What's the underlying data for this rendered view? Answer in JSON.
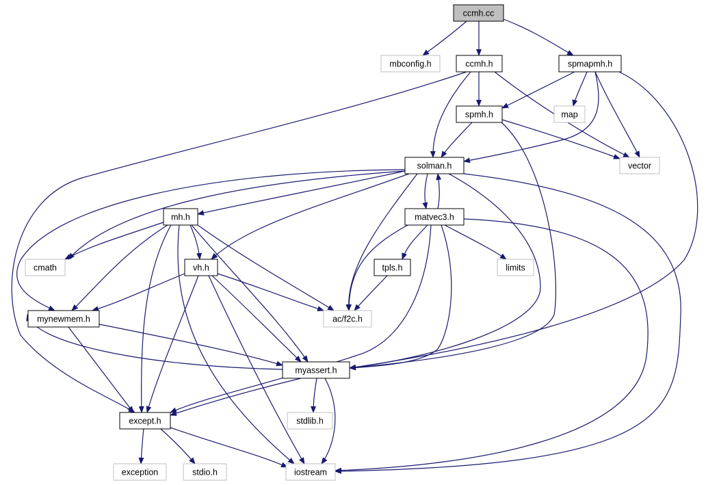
{
  "diagram": {
    "type": "include-dependency-graph",
    "nodes": [
      {
        "id": "ccmh_cc",
        "label": "ccmh.cc",
        "kind": "root"
      },
      {
        "id": "mbconfig_h",
        "label": "mbconfig.h",
        "kind": "external"
      },
      {
        "id": "ccmh_h",
        "label": "ccmh.h",
        "kind": "local"
      },
      {
        "id": "spmapmh_h",
        "label": "spmapmh.h",
        "kind": "local"
      },
      {
        "id": "spmh_h",
        "label": "spmh.h",
        "kind": "local"
      },
      {
        "id": "map",
        "label": "map",
        "kind": "external"
      },
      {
        "id": "solman_h",
        "label": "solman.h",
        "kind": "local"
      },
      {
        "id": "vector",
        "label": "vector",
        "kind": "external"
      },
      {
        "id": "mh_h",
        "label": "mh.h",
        "kind": "local"
      },
      {
        "id": "matvec3_h",
        "label": "matvec3.h",
        "kind": "local"
      },
      {
        "id": "cmath",
        "label": "cmath",
        "kind": "external"
      },
      {
        "id": "vh_h",
        "label": "vh.h",
        "kind": "local"
      },
      {
        "id": "tpls_h",
        "label": "tpls.h",
        "kind": "local"
      },
      {
        "id": "limits",
        "label": "limits",
        "kind": "external"
      },
      {
        "id": "mynewmem_h",
        "label": "mynewmem.h",
        "kind": "local"
      },
      {
        "id": "acf2c_h",
        "label": "ac/f2c.h",
        "kind": "external"
      },
      {
        "id": "myassert_h",
        "label": "myassert.h",
        "kind": "local"
      },
      {
        "id": "except_h",
        "label": "except.h",
        "kind": "local"
      },
      {
        "id": "stdlib_h",
        "label": "stdlib.h",
        "kind": "external"
      },
      {
        "id": "exception",
        "label": "exception",
        "kind": "external"
      },
      {
        "id": "stdio_h",
        "label": "stdio.h",
        "kind": "external"
      },
      {
        "id": "iostream",
        "label": "iostream",
        "kind": "external"
      }
    ],
    "edges": [
      [
        "ccmh_cc",
        "mbconfig_h"
      ],
      [
        "ccmh_cc",
        "ccmh_h"
      ],
      [
        "ccmh_cc",
        "spmapmh_h"
      ],
      [
        "ccmh_h",
        "spmh_h"
      ],
      [
        "ccmh_h",
        "solman_h"
      ],
      [
        "ccmh_h",
        "vector"
      ],
      [
        "ccmh_h",
        "except_h"
      ],
      [
        "spmapmh_h",
        "spmh_h"
      ],
      [
        "spmapmh_h",
        "map"
      ],
      [
        "spmapmh_h",
        "vector"
      ],
      [
        "spmapmh_h",
        "solman_h"
      ],
      [
        "spmapmh_h",
        "myassert_h"
      ],
      [
        "spmh_h",
        "solman_h"
      ],
      [
        "spmh_h",
        "vector"
      ],
      [
        "spmh_h",
        "myassert_h"
      ],
      [
        "solman_h",
        "mh_h"
      ],
      [
        "solman_h",
        "cmath"
      ],
      [
        "solman_h",
        "vh_h"
      ],
      [
        "solman_h",
        "matvec3_h"
      ],
      [
        "solman_h",
        "acf2c_h"
      ],
      [
        "solman_h",
        "mynewmem_h"
      ],
      [
        "solman_h",
        "myassert_h"
      ],
      [
        "solman_h",
        "iostream"
      ],
      [
        "matvec3_h",
        "solman_h"
      ],
      [
        "matvec3_h",
        "tpls_h"
      ],
      [
        "matvec3_h",
        "limits"
      ],
      [
        "matvec3_h",
        "acf2c_h"
      ],
      [
        "matvec3_h",
        "myassert_h"
      ],
      [
        "matvec3_h",
        "except_h"
      ],
      [
        "matvec3_h",
        "iostream"
      ],
      [
        "mh_h",
        "cmath"
      ],
      [
        "mh_h",
        "vh_h"
      ],
      [
        "mh_h",
        "mynewmem_h"
      ],
      [
        "mh_h",
        "acf2c_h"
      ],
      [
        "mh_h",
        "myassert_h"
      ],
      [
        "mh_h",
        "except_h"
      ],
      [
        "mh_h",
        "iostream"
      ],
      [
        "vh_h",
        "mynewmem_h"
      ],
      [
        "vh_h",
        "acf2c_h"
      ],
      [
        "vh_h",
        "myassert_h"
      ],
      [
        "vh_h",
        "except_h"
      ],
      [
        "vh_h",
        "iostream"
      ],
      [
        "tpls_h",
        "acf2c_h"
      ],
      [
        "mynewmem_h",
        "myassert_h"
      ],
      [
        "mynewmem_h",
        "except_h"
      ],
      [
        "myassert_h",
        "stdlib_h"
      ],
      [
        "myassert_h",
        "except_h"
      ],
      [
        "myassert_h",
        "iostream"
      ],
      [
        "myassert_h",
        "solman_h"
      ],
      [
        "except_h",
        "exception"
      ],
      [
        "except_h",
        "stdio_h"
      ],
      [
        "except_h",
        "iostream"
      ]
    ]
  },
  "colors": {
    "edge": "#191970",
    "root_fill": "#bfbfbf",
    "local_border": "#000000",
    "external_border": "#bfbfbf",
    "node_fill": "#ffffff"
  }
}
